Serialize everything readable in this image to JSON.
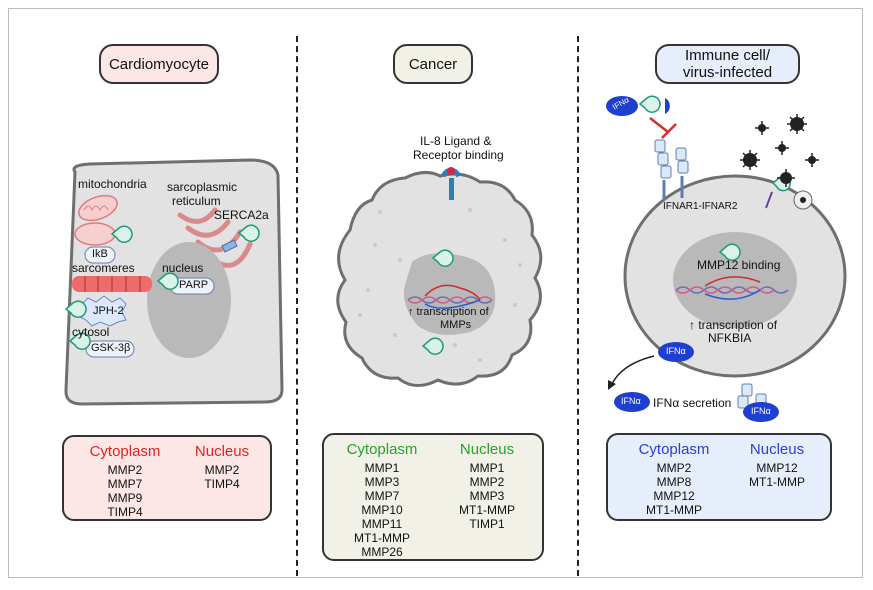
{
  "panels": {
    "cardiomyocyte": {
      "title": "Cardiomyocyte",
      "labels": {
        "mitochondria": "mitochondria",
        "ikb": "IkB",
        "sarcoplasmic": "sarcoplasmic",
        "reticulum": "reticulum",
        "serca": "SERCA2a",
        "nucleus": "nucleus",
        "parp": "PARP",
        "sarcomeres": "sarcomeres",
        "jph": "JPH-2",
        "cytosol": "cytosol",
        "gsk": "GSK-3β"
      },
      "table": {
        "cyto_header": "Cytoplasm",
        "cyto": [
          "MMP2",
          "MMP7",
          "MMP9",
          "TIMP4"
        ],
        "nuc_header": "Nucleus",
        "nuc": [
          "MMP2",
          "TIMP4"
        ]
      },
      "colors": {
        "header": "#e5231f",
        "fill": "#fde6e6"
      }
    },
    "cancer": {
      "title": "Cancer",
      "labels": {
        "ligand_line1": "IL-8 Ligand &",
        "ligand_line2": "Receptor binding",
        "trans_line1": "↑ transcription of",
        "trans_line2": "MMPs"
      },
      "table": {
        "cyto_header": "Cytoplasm",
        "cyto": [
          "MMP1",
          "MMP3",
          "MMP7",
          "MMP10",
          "MMP11",
          "MT1-MMP",
          "MMP26"
        ],
        "nuc_header": "Nucleus",
        "nuc": [
          "MMP1",
          "MMP2",
          "MMP3",
          "MT1-MMP",
          "TIMP1"
        ]
      },
      "colors": {
        "header": "#2aa12a",
        "fill": "#f1f1e8"
      }
    },
    "immune": {
      "title_line1": "Immune cell/",
      "title_line2": "virus-infected",
      "labels": {
        "ifn": "IFNα",
        "receptor": "IFNAR1-IFNAR2",
        "binding": "MMP12 binding",
        "trans_line1": "↑ transcription of",
        "trans_line2": "NFKBIA",
        "secretion": "IFNα secretion"
      },
      "table": {
        "cyto_header": "Cytoplasm",
        "cyto": [
          "MMP2",
          "MMP8",
          "MMP12",
          "MT1-MMP"
        ],
        "nuc_header": "Nucleus",
        "nuc": [
          "MMP12",
          "MT1-MMP"
        ]
      },
      "colors": {
        "header": "#2b3fd1",
        "fill": "#e7eefb"
      }
    }
  }
}
